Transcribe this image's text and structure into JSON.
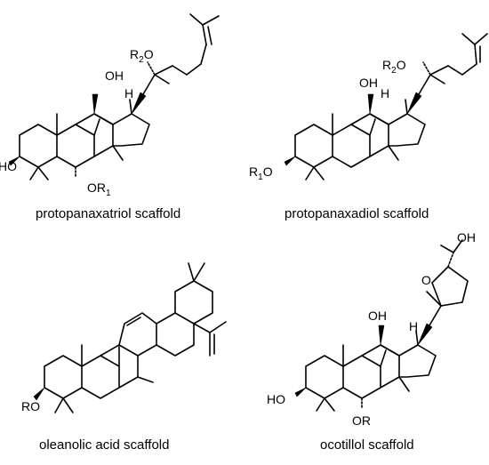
{
  "captions": {
    "protopanaxatriol": "protopanaxatriol scaffold",
    "protopanaxadiol": "protopanaxadiol scaffold",
    "oleanolic": "oleanolic acid scaffold",
    "ocotillol": "ocotillol scaffold"
  },
  "labels": {
    "ppt": {
      "ho": "HO",
      "or1": "OR",
      "or1_sub": "1",
      "oh": "OH",
      "h": "H",
      "r2o": "R",
      "r2o_sub": "2",
      "r2o_o": "O"
    },
    "ppd": {
      "r1o": "R",
      "r1o_sub": "1",
      "r1o_o": "O",
      "oh": "OH",
      "h": "H",
      "r2o": "R",
      "r2o_sub": "2",
      "r2o_o": "O"
    },
    "ole": {
      "ro": "RO"
    },
    "oco": {
      "ho": "HO",
      "or": "OR",
      "oh_top": "OH",
      "oh": "OH",
      "h": "H",
      "o": "O"
    }
  }
}
